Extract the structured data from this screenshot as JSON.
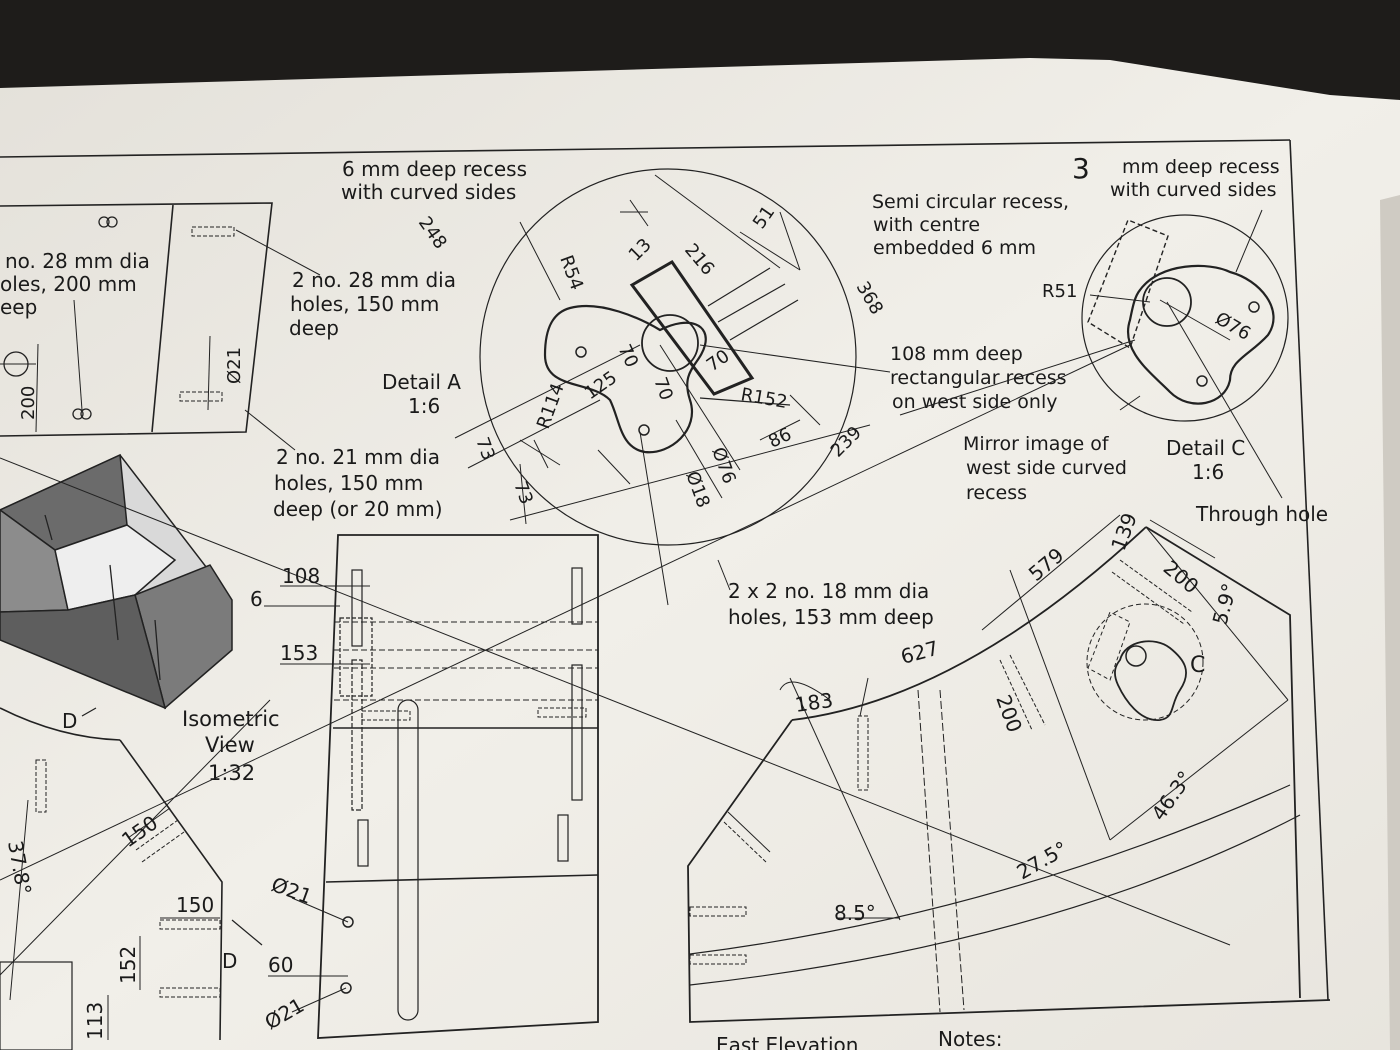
{
  "drawing": {
    "sheet_colors": {
      "paper": "#f1efe9",
      "ink": "#1c1c1c",
      "background": "#1e1c1a",
      "shade_dark": "#6a6a6a",
      "shade_mid": "#9a9a9a",
      "shade_light": "#d8d8d8"
    },
    "notes": {
      "recess_a": [
        "6 mm deep recess",
        "with curved sides"
      ],
      "holes_28_left": [
        "no. 28 mm dia",
        "oles, 200 mm",
        "eep"
      ],
      "holes_28_150": [
        "2 no. 28 mm dia",
        "holes, 150 mm",
        "deep"
      ],
      "holes_21": [
        "2 no. 21 mm dia",
        "holes, 150 mm",
        "deep (or 20 mm)"
      ],
      "semi_recess": [
        "Semi circular recess,",
        "with centre",
        "embedded 6 mm"
      ],
      "recess_c": [
        "mm deep recess",
        "with curved sides"
      ],
      "handwritten_digit": "3",
      "rect_recess": [
        "108 mm deep",
        "rectangular recess",
        "on west side only"
      ],
      "mirror": [
        "Mirror image of",
        "west side curved",
        "recess"
      ],
      "through_hole": "Through hole",
      "holes_18": [
        "2 x 2 no. 18 mm dia",
        "holes, 153 mm deep"
      ]
    },
    "views": {
      "detail_a": [
        "Detail A",
        "1:6"
      ],
      "detail_c": [
        "Detail C",
        "1:6"
      ],
      "isometric": [
        "Isometric",
        "View",
        "1:32"
      ],
      "east_elevation": "East Elevation",
      "notes_heading": "Notes:"
    },
    "dimensions": {
      "a_248": "248",
      "a_r54": "R54",
      "a_13": "13",
      "a_216": "216",
      "a_51": "51",
      "a_368": "368",
      "a_70a": "70",
      "a_70b": "70",
      "a_70c": "70",
      "a_125": "125",
      "a_r114": "R114",
      "a_r152": "R152",
      "a_73a": "73",
      "a_73b": "73",
      "a_86": "86",
      "a_239": "239",
      "a_o76": "Ø76",
      "a_o18": "Ø18",
      "c_r51": "R51",
      "c_o76": "Ø76",
      "l_200": "200",
      "l_o21": "Ø21",
      "f_108": "108",
      "f_6": "6",
      "f_153": "153",
      "f_o21a": "Ø21",
      "f_60": "60",
      "f_o21b": "Ø21",
      "s_150a": "150",
      "s_150b": "150",
      "s_152": "152",
      "s_113": "113",
      "s_d1": "D",
      "s_d2": "D",
      "s_378": "37.8°",
      "e_139": "139",
      "e_579": "579",
      "e_200a": "200",
      "e_59": "5.9°",
      "e_627": "627",
      "e_183": "183",
      "e_200b": "200",
      "e_c": "C",
      "e_463": "46.3°",
      "e_275": "27.5°",
      "e_85": "8.5°"
    }
  }
}
